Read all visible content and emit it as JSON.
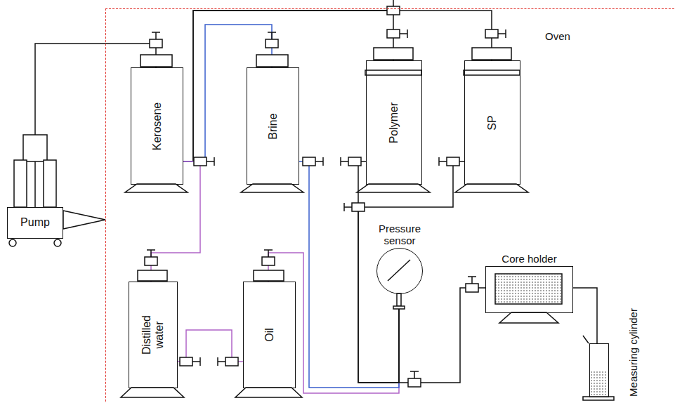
{
  "diagram": {
    "nodes": [
      {
        "text": [
          "Oven"
        ]
      },
      {
        "text": [
          "Pump"
        ]
      },
      {
        "text": [
          "Kerosene"
        ],
        "in": 0
      },
      {
        "text": [
          "Brine"
        ],
        "in": 0
      },
      {
        "text": [
          "Polymer"
        ],
        "in": 0
      },
      {
        "text": [
          "SP"
        ],
        "in": 0
      },
      {
        "text": [
          "Distilled water"
        ],
        "in": 0
      },
      {
        "text": [
          "Oil"
        ],
        "in": 0
      },
      {
        "text": [
          "Pressure sensor"
        ],
        "in": 0
      },
      {
        "text": [
          "Core holder"
        ],
        "in": 0
      },
      {
        "text": [
          "Measuring cylinder"
        ],
        "in": 0
      }
    ],
    "edges": [
      {
        "from": 1,
        "to": 2,
        "arrow": "none"
      },
      {
        "from": 2,
        "to": 4,
        "arrow": "none"
      },
      {
        "from": 2,
        "to": 5,
        "arrow": "none"
      },
      {
        "from": 2,
        "to": 3,
        "arrow": "none"
      },
      {
        "from": 2,
        "to": 6,
        "arrow": "none"
      },
      {
        "from": 6,
        "to": 7,
        "arrow": "none"
      },
      {
        "from": 7,
        "to": 8,
        "arrow": "none"
      },
      {
        "from": 3,
        "to": 8,
        "arrow": "none"
      },
      {
        "from": 4,
        "to": 8,
        "arrow": "none"
      },
      {
        "from": 5,
        "to": 8,
        "arrow": "none"
      },
      {
        "from": 8,
        "to": 9,
        "arrow": "none"
      },
      {
        "from": 9,
        "to": 10,
        "arrow": "none"
      }
    ]
  }
}
